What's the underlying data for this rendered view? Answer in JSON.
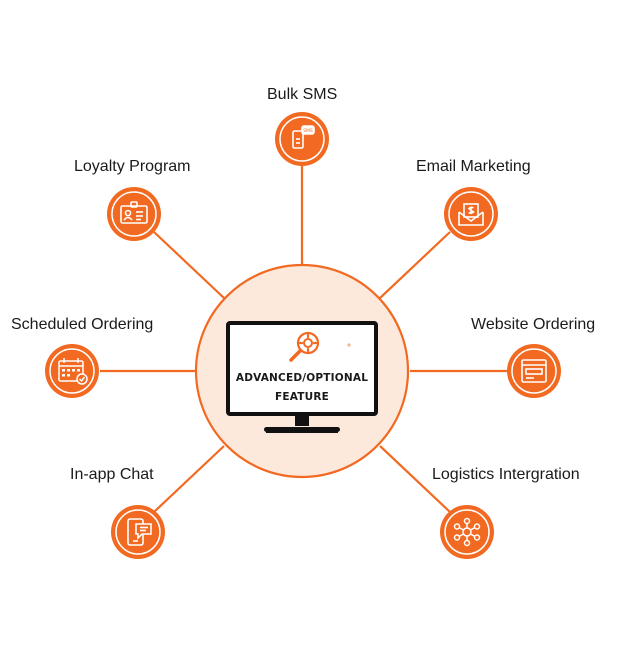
{
  "colors": {
    "accent": "#f26a21",
    "hub_fill": "#fde8dc",
    "line": "#f26a21",
    "monitor": "#111111"
  },
  "center": {
    "line1": "ADVANCED/OPTIONAL",
    "line2": "FEATURE",
    "icon": "magnifier-gear-icon"
  },
  "features": [
    {
      "id": "bulk-sms",
      "label": "Bulk SMS",
      "icon": "phone-sms-icon"
    },
    {
      "id": "email-marketing",
      "label": "Email Marketing",
      "icon": "envelope-dollar-icon"
    },
    {
      "id": "website-ordering",
      "label": "Website Ordering",
      "icon": "browser-window-icon"
    },
    {
      "id": "logistics-intergration",
      "label": "Logistics Intergration",
      "icon": "network-hub-icon"
    },
    {
      "id": "in-app-chat",
      "label": "In-app Chat",
      "icon": "phone-chat-icon"
    },
    {
      "id": "scheduled-ordering",
      "label": "Scheduled Ordering",
      "icon": "calendar-check-icon"
    },
    {
      "id": "loyalty-program",
      "label": "Loyalty Program",
      "icon": "id-card-icon"
    }
  ]
}
